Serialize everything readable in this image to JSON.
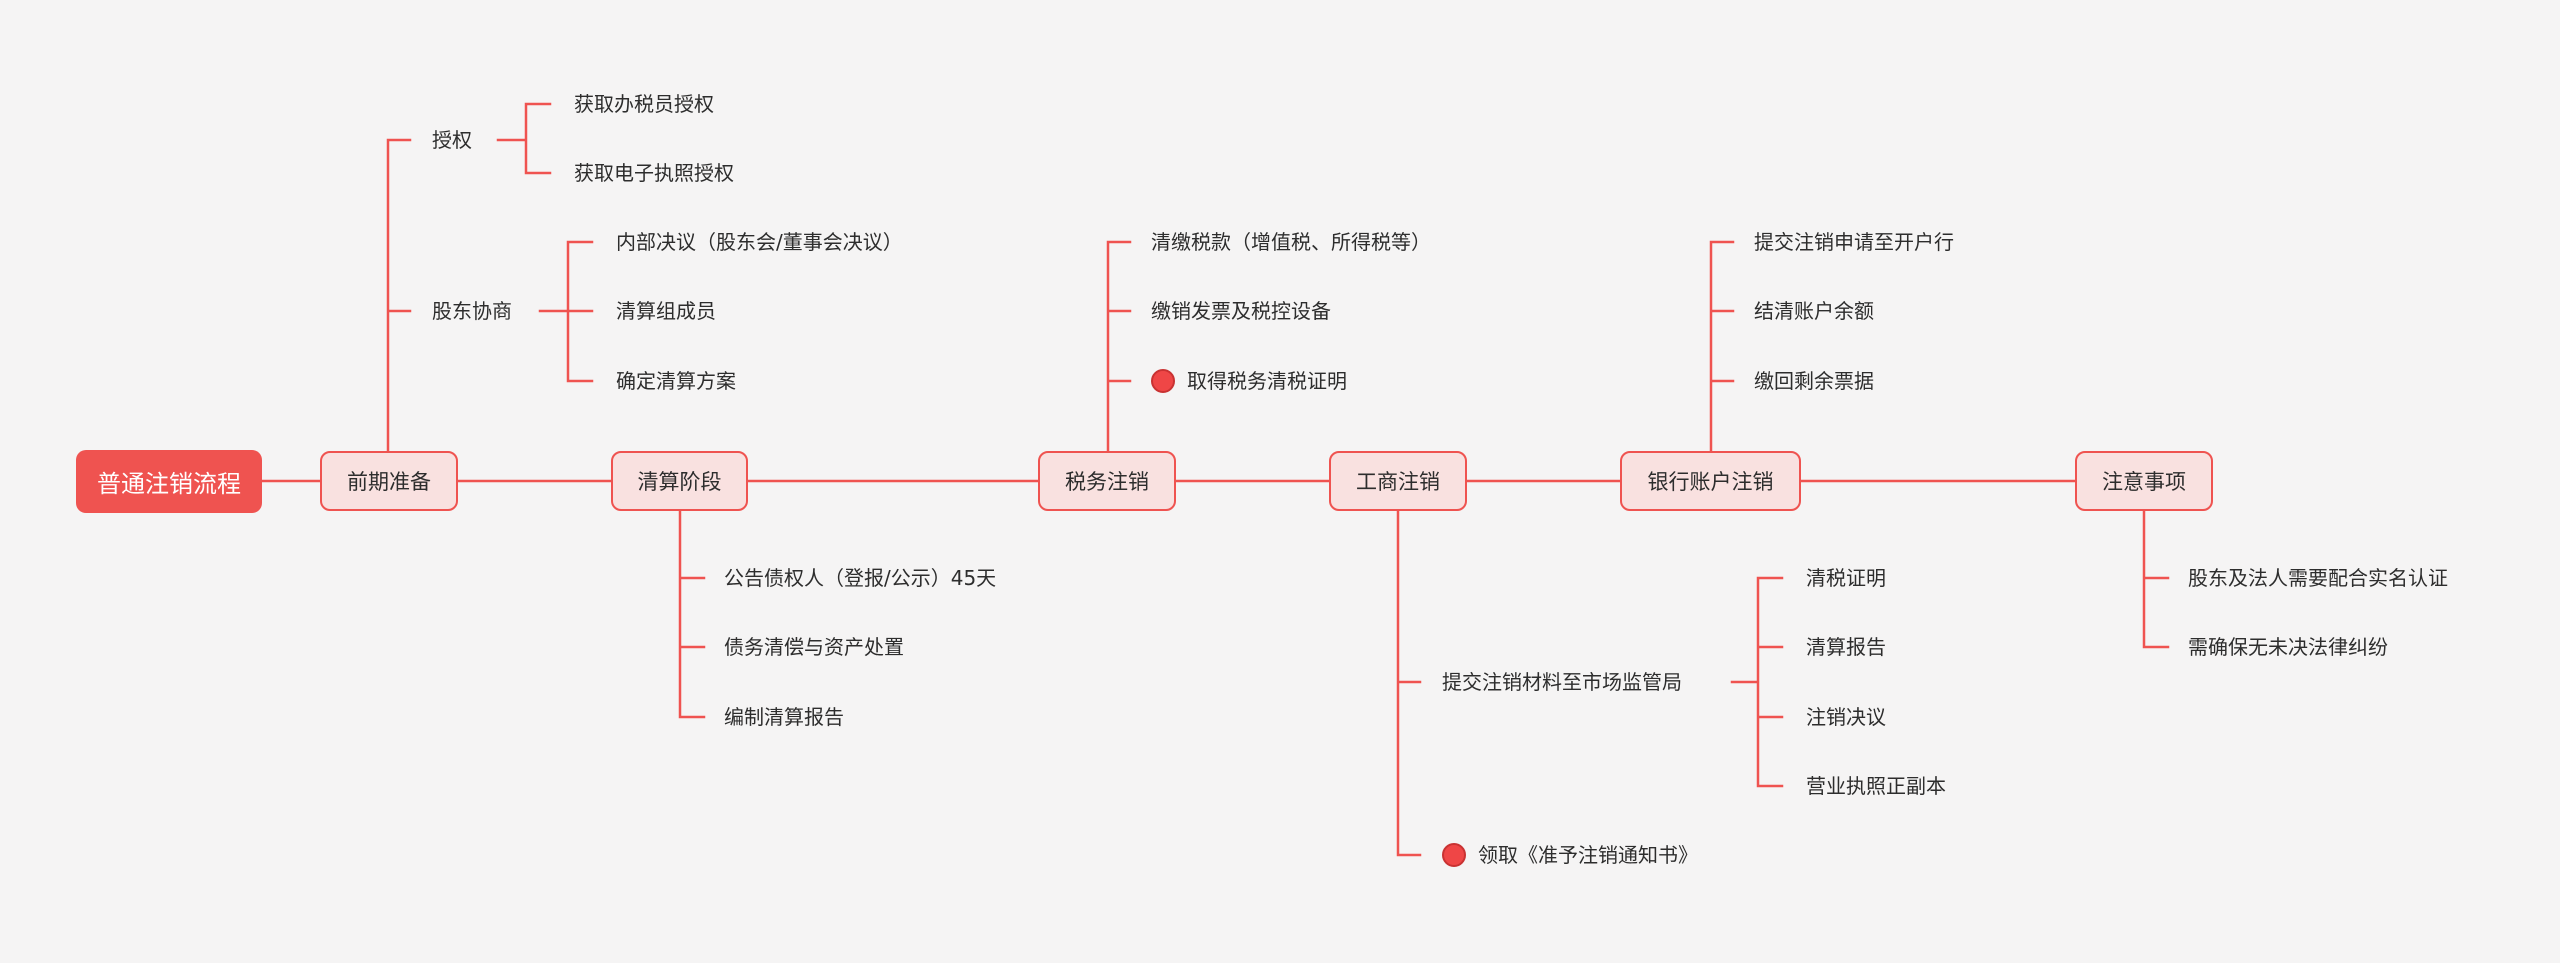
{
  "colors": {
    "line": "#ef5350",
    "root_bg": "#ef5350",
    "stage_bg": "#f9e1e0",
    "marker": "#ef4646"
  },
  "root": {
    "label": "普通注销流程"
  },
  "stages": {
    "prep": {
      "label": "前期准备",
      "groups": {
        "auth": {
          "label": "授权",
          "items": [
            "获取办税员授权",
            "获取电子执照授权"
          ]
        },
        "shareholders": {
          "label": "股东协商",
          "items": [
            "内部决议（股东会/董事会决议）",
            "清算组成员",
            "确定清算方案"
          ]
        }
      }
    },
    "liquidation": {
      "label": "清算阶段",
      "items": [
        "公告债权人（登报/公示）45天",
        "债务清偿与资产处置",
        "编制清算报告"
      ]
    },
    "tax": {
      "label": "税务注销",
      "items": [
        "清缴税款（增值税、所得税等）",
        "缴销发票及税控设备",
        "取得税务清税证明"
      ],
      "marker_item": "red-dot-marker"
    },
    "business": {
      "label": "工商注销",
      "submit": {
        "label": "提交注销材料至市场监管局",
        "items": [
          "清税证明",
          "清算报告",
          "注销决议",
          "营业执照正副本"
        ]
      },
      "final": {
        "label": "领取《准予注销通知书》",
        "marker": "red-dot-marker"
      }
    },
    "bank": {
      "label": "银行账户注销",
      "items": [
        "提交注销申请至开户行",
        "结清账户余额",
        "缴回剩余票据"
      ]
    },
    "notes": {
      "label": "注意事项",
      "items": [
        "股东及法人需要配合实名认证",
        "需确保无未决法律纠纷"
      ]
    }
  }
}
